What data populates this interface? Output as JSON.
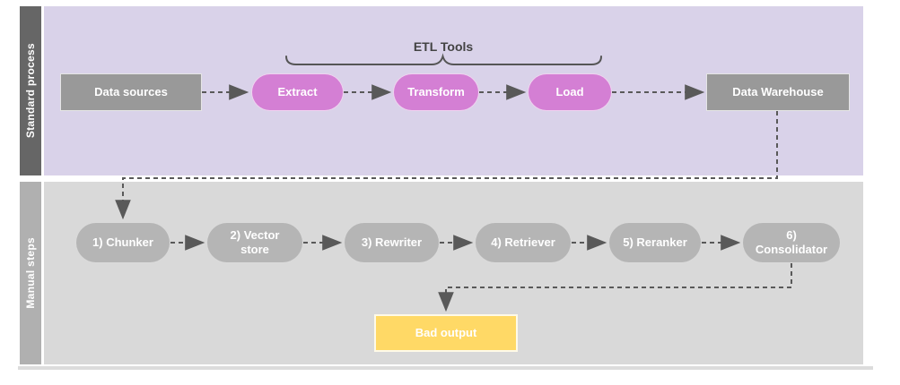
{
  "diagram": {
    "annotations": {
      "etl_tools_label": "ETL Tools"
    },
    "lanes": {
      "standard": {
        "label": "Standard process",
        "nodes": [
          {
            "label": "Data sources",
            "shape": "rectangle"
          },
          {
            "label": "Extract",
            "shape": "pill"
          },
          {
            "label": "Transform",
            "shape": "pill"
          },
          {
            "label": "Load",
            "shape": "pill"
          },
          {
            "label": "Data Warehouse",
            "shape": "rectangle"
          }
        ]
      },
      "manual": {
        "label": "Manual steps",
        "nodes": [
          {
            "label": "1) Chunker",
            "shape": "pill"
          },
          {
            "label": "2) Vector store",
            "shape": "pill"
          },
          {
            "label": "3) Rewriter",
            "shape": "pill"
          },
          {
            "label": "4) Retriever",
            "shape": "pill"
          },
          {
            "label": "5) Reranker",
            "shape": "pill"
          },
          {
            "label": "6) Consolidator",
            "shape": "pill"
          },
          {
            "label": "Bad output",
            "shape": "rectangle"
          }
        ]
      }
    },
    "colors": {
      "standard_lane_bg": "#d9d2e9",
      "standard_label_bar": "#666666",
      "manual_lane_bg": "#d9d9d9",
      "manual_label_bar": "#b0b0b0",
      "gray_box": "#999999",
      "etl_pill": "#d47fd4",
      "manual_pill": "#b5b5b5",
      "bad_output_box": "#ffd966",
      "connector": "#595959",
      "node_text": "#ffffff",
      "annotation_text": "#434343"
    }
  }
}
